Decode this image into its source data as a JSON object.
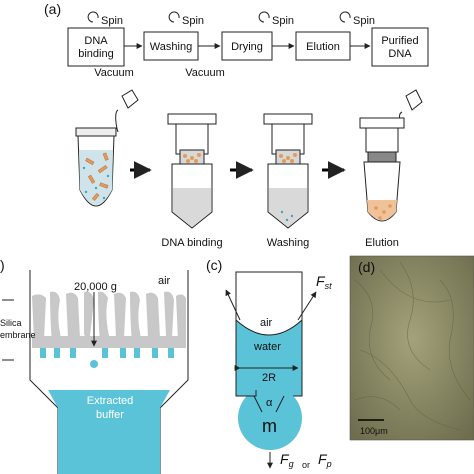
{
  "panel_labels": {
    "a": "(a)",
    "b": ")",
    "c": "(c)",
    "d": "(d)"
  },
  "workflow": {
    "steps": [
      "DNA\nbinding",
      "Washing",
      "Drying",
      "Elution",
      "Purified\nDNA"
    ],
    "spin_label": "Spin",
    "vacuum_label": "Vacuum",
    "tube_labels": [
      "DNA binding",
      "Washing",
      "Elution"
    ]
  },
  "membrane": {
    "force_label": "20,000 g",
    "air_label": "air",
    "membrane_label_line1": "Silica",
    "membrane_label_line2": "embrane",
    "buffer_label_line1": "Extracted",
    "buffer_label_line2": "buffer"
  },
  "pore": {
    "air_label": "air",
    "water_label": "water",
    "radius_label": "2R",
    "angle_label": "α",
    "mass_label": "m",
    "fst_label": "F",
    "fst_sub": "st",
    "fg_label": "F",
    "fg_sub": "g",
    "or_label": "or",
    "fp_label": "F",
    "fp_sub": "p"
  },
  "micrograph": {
    "scale_label": "100μm"
  },
  "colors": {
    "buffer": "#5bc3d8",
    "membrane": "#c8c8c8",
    "pellet": "#e39a5a",
    "micro": "#8a8a64"
  }
}
